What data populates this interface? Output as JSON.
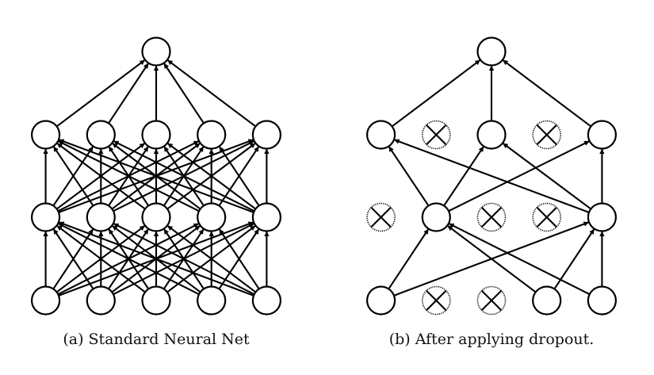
{
  "figure": {
    "colors": {
      "stroke": "#000000",
      "node_fill": "#ffffff",
      "background": "#ffffff"
    },
    "panels": [
      {
        "id": "a",
        "caption": "(a) Standard Neural Net",
        "layers": [
          {
            "name": "input",
            "nodes": [
              true,
              true,
              true,
              true,
              true
            ]
          },
          {
            "name": "hidden-1",
            "nodes": [
              true,
              true,
              true,
              true,
              true
            ]
          },
          {
            "name": "hidden-2",
            "nodes": [
              true,
              true,
              true,
              true,
              true
            ]
          },
          {
            "name": "output",
            "nodes": [
              true
            ]
          }
        ],
        "fully_connected": true
      },
      {
        "id": "b",
        "caption": "(b) After applying dropout.",
        "layers": [
          {
            "name": "input",
            "nodes": [
              true,
              false,
              false,
              true,
              true
            ]
          },
          {
            "name": "hidden-1",
            "nodes": [
              false,
              true,
              false,
              false,
              true
            ]
          },
          {
            "name": "hidden-2",
            "nodes": [
              true,
              false,
              true,
              false,
              true
            ]
          },
          {
            "name": "output",
            "nodes": [
              true
            ]
          }
        ],
        "fully_connected": false,
        "note": "crossed dotted circles are dropped units"
      }
    ]
  }
}
